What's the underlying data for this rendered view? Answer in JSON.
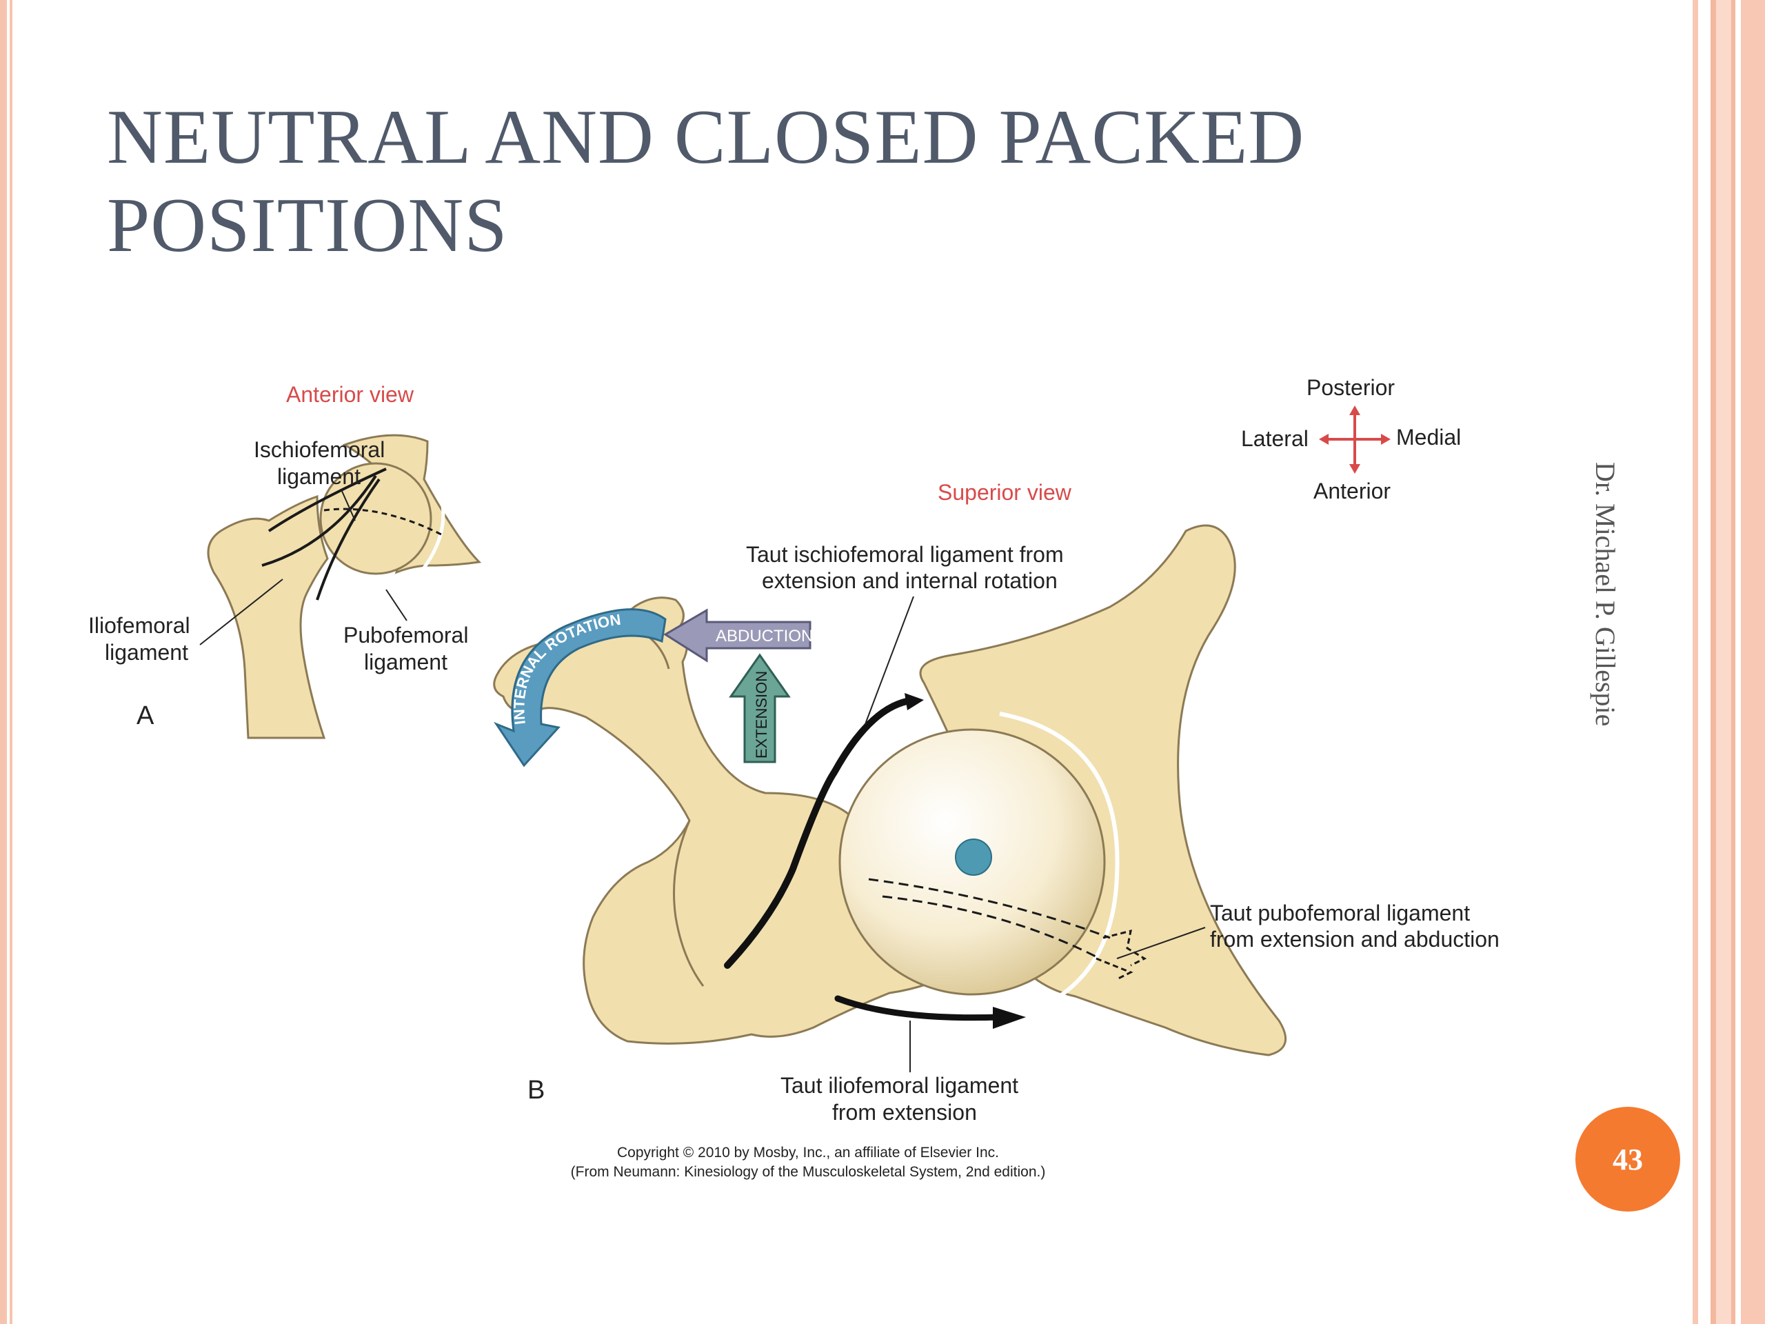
{
  "slide": {
    "title_line1": "NEUTRAL AND CLOSED PACKED",
    "title_line2": "POSITIONS",
    "author": "Dr. Michael P. Gillespie",
    "page_number": "43",
    "accent_color": "#f47a30"
  },
  "figure": {
    "panel_a": {
      "view": "Anterior view",
      "letter": "A",
      "label_ischiofemoral_1": "Ischiofemoral",
      "label_ischiofemoral_2": "ligament",
      "label_iliofemoral_1": "Iliofemoral",
      "label_iliofemoral_2": "ligament",
      "label_pubofemoral_1": "Pubofemoral",
      "label_pubofemoral_2": "ligament"
    },
    "panel_b": {
      "view": "Superior view",
      "letter": "B",
      "compass": {
        "top": "Posterior",
        "bottom": "Anterior",
        "left": "Lateral",
        "right": "Medial"
      },
      "arrow_internal_rotation": "INTERNAL ROTATION",
      "arrow_abduction": "ABDUCTION",
      "arrow_extension": "EXTENSION",
      "taut_ischio_1": "Taut ischiofemoral ligament from",
      "taut_ischio_2": "extension and internal rotation",
      "taut_pubo_1": "Taut pubofemoral ligament",
      "taut_pubo_2": "from extension and abduction",
      "taut_ilio_1": "Taut iliofemoral ligament",
      "taut_ilio_2": "from extension"
    },
    "copyright_1": "Copyright © 2010 by Mosby, Inc., an affiliate of Elsevier Inc.",
    "copyright_2": "(From Neumann: Kinesiology of the Musculoskeletal System, 2nd edition.)",
    "colors": {
      "bone": "#f1dfae",
      "bone_outline": "#8c7a55",
      "view_label": "#d84a4a",
      "rotation_arrow": "#5a9cc0",
      "abduction_arrow": "#9a9ab8",
      "extension_arrow": "#6aa596"
    }
  }
}
